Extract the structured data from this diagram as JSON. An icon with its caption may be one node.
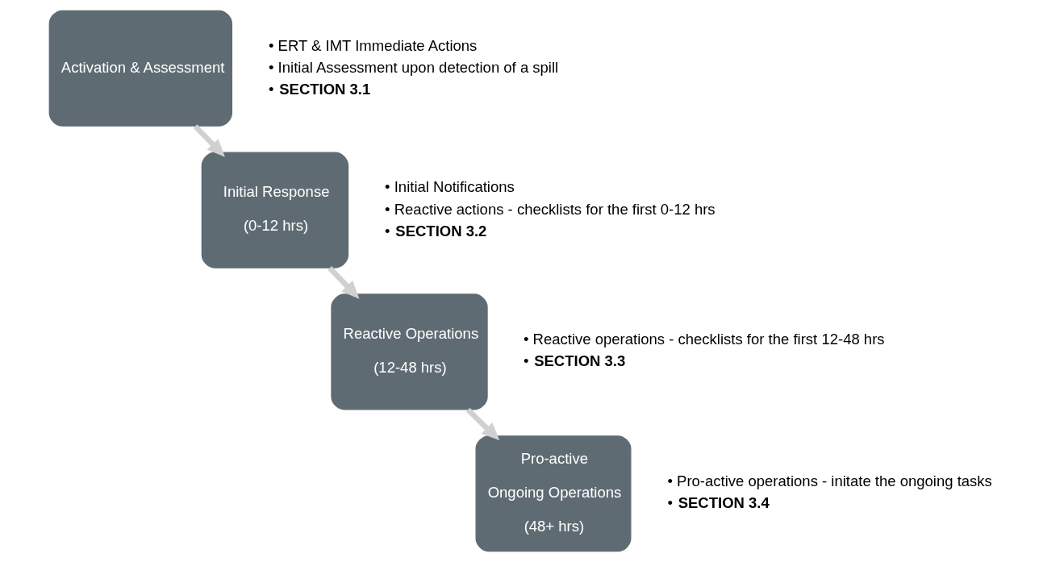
{
  "diagram": {
    "nodes": [
      {
        "text": [
          "Activation & Assessment"
        ],
        "beside": [
          "• ERT & IMT Immediate Actions",
          "• Initial Assessment upon detection of a spill",
          "• **SECTION 3.1**"
        ]
      },
      {
        "text": [
          "Initial Response",
          "(0-12 hrs)"
        ],
        "beside": [
          "• Initial Notifications",
          "• Reactive actions - checklists for the first 0-12 hrs",
          "• **SECTION 3.2**"
        ]
      },
      {
        "text": [
          "Reactive Operations",
          "(12-48 hrs)"
        ],
        "beside": [
          "• Reactive operations - checklists for the first 12-48 hrs",
          "• **SECTION 3.3**"
        ]
      },
      {
        "text": [
          "Pro-active",
          "Ongoing Operations",
          "(48+ hrs)"
        ],
        "beside": [
          "• Pro-active operations - initate the ongoing tasks",
          "• **SECTION 3.4**"
        ]
      }
    ],
    "edges": [
      {
        "from": 0,
        "to": 1,
        "arrow": "to"
      },
      {
        "from": 1,
        "to": 2,
        "arrow": "to"
      },
      {
        "from": 2,
        "to": 3,
        "arrow": "to"
      }
    ]
  }
}
